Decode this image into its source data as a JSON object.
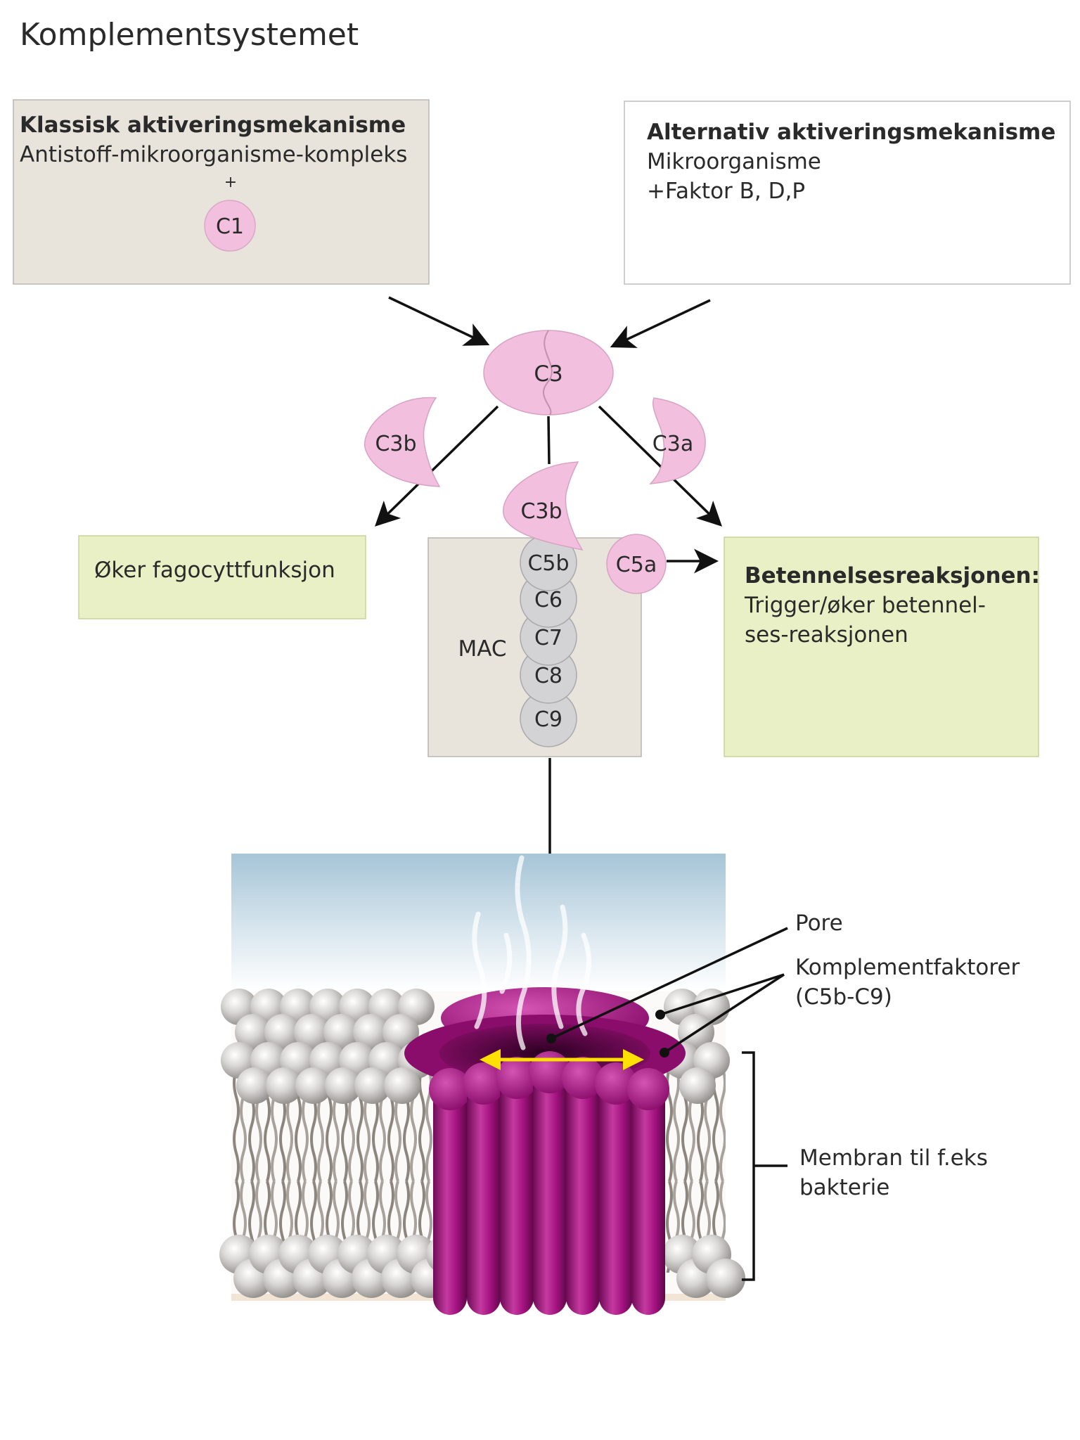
{
  "title": "Komplementsystemet",
  "classic": {
    "heading": "Klassisk aktiveringsmekanisme",
    "line1": "Antistoff-mikroorganisme-kompleks",
    "plus": "+",
    "c1": "C1"
  },
  "alternative": {
    "heading": "Alternativ aktiveringsmekanisme",
    "line1": "Mikroorganisme",
    "line2": "+Faktor B, D,P"
  },
  "c3": "C3",
  "c3b_left": "C3b",
  "c3b_center": "C3b",
  "c3a": "C3a",
  "phagocyte": "Øker fagocyttfunksjon",
  "mac": {
    "label": "MAC",
    "factors": [
      "C5b",
      "C6",
      "C7",
      "C8",
      "C9"
    ]
  },
  "c5a": "C5a",
  "inflammation": {
    "heading": "Betennelsesreaksjonen:",
    "line1": "Trigger/øker betennel-",
    "line2": "ses-reaksjonen"
  },
  "membrane_labels": {
    "pore": "Pore",
    "factors_line1": "Komplementfaktorer",
    "factors_line2": "(C5b-C9)",
    "membrane_line1": "Membran til f.eks",
    "membrane_line2": "bakterie"
  },
  "colors": {
    "pink": "#f2c0de",
    "beige": "#e8e4dc",
    "green": "#e9f0c6",
    "grey_circle": "#d3d3d5",
    "pore_purple": "#a3117f",
    "water": "#a9c8d9",
    "arrow_yellow": "#ffe000"
  }
}
